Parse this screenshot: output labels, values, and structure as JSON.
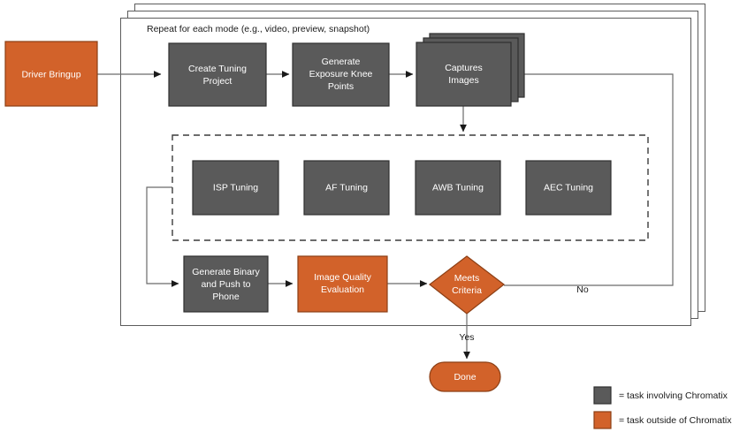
{
  "diagram": {
    "title_note": "Repeat for each mode (e.g., video, preview, snapshot)",
    "colors": {
      "task_chromatix": "#5a5a5a",
      "task_chromatix_border": "#2f2f2f",
      "task_external": "#d2622a",
      "task_external_border": "#8c3f15",
      "connector": "#6b6b6b",
      "frame_border": "#5c5c5c",
      "text_on_node": "#ffffff",
      "text_plain": "#1a1a1a",
      "background": "#ffffff"
    },
    "nodes": {
      "driver_bringup": {
        "label": "Driver Bringup",
        "type": "process",
        "style": "external"
      },
      "create_tuning_project": {
        "label_line1": "Create Tuning",
        "label_line2": "Project",
        "type": "process",
        "style": "chromatix"
      },
      "generate_exposure_knee_points": {
        "label_line1": "Generate",
        "label_line2": "Exposure Knee",
        "label_line3": "Points",
        "type": "process",
        "style": "chromatix"
      },
      "captures_images": {
        "label_line1": "Captures",
        "label_line2": "Images",
        "type": "multi-document",
        "style": "chromatix",
        "stack_count": 3
      },
      "isp_tuning": {
        "label": "ISP Tuning",
        "type": "process",
        "style": "chromatix"
      },
      "af_tuning": {
        "label": "AF Tuning",
        "type": "process",
        "style": "chromatix"
      },
      "awb_tuning": {
        "label": "AWB Tuning",
        "type": "process",
        "style": "chromatix"
      },
      "aec_tuning": {
        "label": "AEC Tuning",
        "type": "process",
        "style": "chromatix"
      },
      "generate_binary_push": {
        "label_line1": "Generate Binary",
        "label_line2": "and Push to",
        "label_line3": "Phone",
        "type": "process",
        "style": "chromatix"
      },
      "image_quality_evaluation": {
        "label_line1": "Image Quality",
        "label_line2": "Evaluation",
        "type": "process",
        "style": "external"
      },
      "meets_criteria": {
        "label_line1": "Meets",
        "label_line2": "Criteria",
        "type": "decision",
        "style": "external"
      },
      "done": {
        "label": "Done",
        "type": "terminator",
        "style": "external"
      }
    },
    "edge_labels": {
      "yes": "Yes",
      "no": "No"
    },
    "legend": [
      {
        "swatch": "#5a5a5a",
        "label": "= task involving Chromatix"
      },
      {
        "swatch": "#d2622a",
        "label": "= task outside of Chromatix"
      }
    ]
  }
}
